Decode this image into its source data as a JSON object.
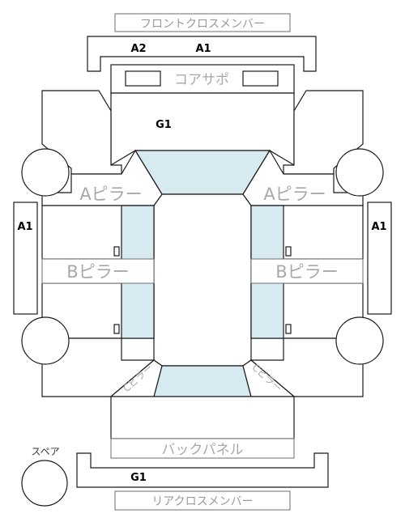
{
  "labels": {
    "front_cross_member": "フロントクロスメンバー",
    "core_support": "コアサポ",
    "a_pillar": "Aピラー",
    "b_pillar": "Bピラー",
    "back_panel": "バックパネル",
    "rear_cross_member": "リアクロスメンバー",
    "spare": "スペア",
    "c_pillar": "Cピラー"
  },
  "codes": {
    "front_a2": "A2",
    "front_a1": "A1",
    "hood_g1": "G1",
    "left_side_a1": "A1",
    "right_side_a1": "A1",
    "rear_g1": "G1"
  },
  "colors": {
    "glass": "#d6eaf0",
    "outline": "#1a1a1a",
    "gray_text": "#a8a8a8"
  }
}
